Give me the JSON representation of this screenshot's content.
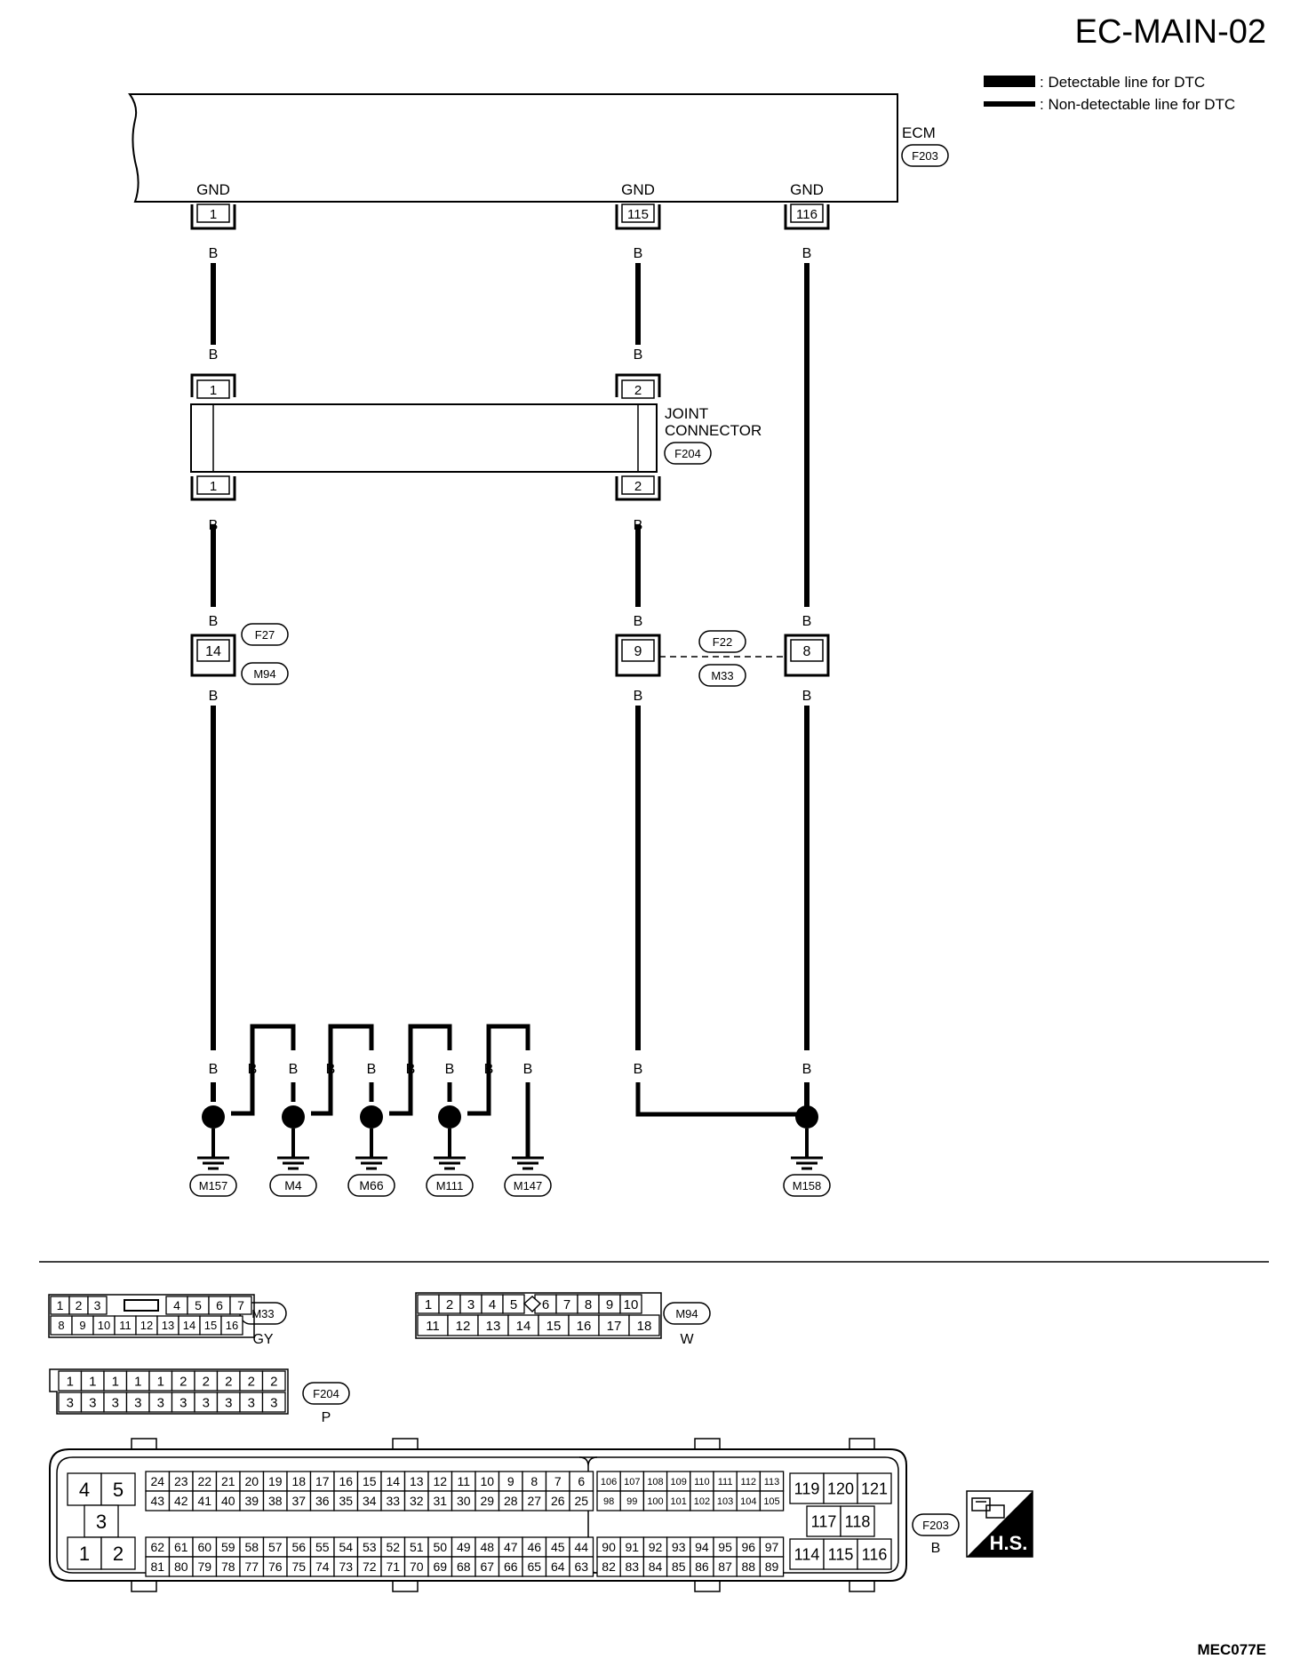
{
  "page_title": "EC-MAIN-02",
  "legend": {
    "detectable": ": Detectable line for DTC",
    "non_detectable": ": Non-detectable line for DTC"
  },
  "ecm": {
    "label": "ECM",
    "connector": "F203",
    "pins": [
      {
        "label": "GND",
        "pin": "1"
      },
      {
        "label": "GND",
        "pin": "115"
      },
      {
        "label": "GND",
        "pin": "116"
      }
    ]
  },
  "joint_connector": {
    "label_line1": "JOINT",
    "label_line2": "CONNECTOR",
    "connector": "F204",
    "pins": [
      "1",
      "2",
      "1",
      "2"
    ]
  },
  "wire_color": "B",
  "inline_connectors": {
    "left": {
      "pin": "14",
      "top": "F27",
      "bottom": "M94"
    },
    "right": {
      "pins": [
        "9",
        "8"
      ],
      "top": "F22",
      "bottom": "M33"
    }
  },
  "grounds": [
    "M157",
    "M4",
    "M66",
    "M111",
    "M147",
    "M158"
  ],
  "connector_views": {
    "m33": {
      "id": "M33",
      "color": "GY",
      "row1": [
        "1",
        "2",
        "3",
        "4",
        "5",
        "6",
        "7"
      ],
      "row2": [
        "8",
        "9",
        "10",
        "11",
        "12",
        "13",
        "14",
        "15",
        "16"
      ]
    },
    "m94": {
      "id": "M94",
      "color": "W",
      "row1": [
        "1",
        "2",
        "3",
        "4",
        "5",
        "6",
        "7",
        "8",
        "9",
        "10"
      ],
      "row2": [
        "11",
        "12",
        "13",
        "14",
        "15",
        "16",
        "17",
        "18"
      ]
    },
    "f204": {
      "id": "F204",
      "color": "P",
      "row1": [
        "1",
        "1",
        "1",
        "1",
        "1",
        "2",
        "2",
        "2",
        "2",
        "2"
      ],
      "row2": [
        "3",
        "3",
        "3",
        "3",
        "3",
        "3",
        "3",
        "3",
        "3",
        "3"
      ]
    },
    "f203": {
      "id": "F203",
      "color": "B",
      "block_a": [
        "4",
        "5",
        "3",
        "1",
        "2"
      ],
      "block_b_row1": [
        "24",
        "23",
        "22",
        "21",
        "20",
        "19",
        "18",
        "17",
        "16",
        "15",
        "14",
        "13",
        "12",
        "11",
        "10",
        "9",
        "8",
        "7",
        "6"
      ],
      "block_b_row2": [
        "43",
        "42",
        "41",
        "40",
        "39",
        "38",
        "37",
        "36",
        "35",
        "34",
        "33",
        "32",
        "31",
        "30",
        "29",
        "28",
        "27",
        "26",
        "25"
      ],
      "block_b_row3": [
        "62",
        "61",
        "60",
        "59",
        "58",
        "57",
        "56",
        "55",
        "54",
        "53",
        "52",
        "51",
        "50",
        "49",
        "48",
        "47",
        "46",
        "45",
        "44"
      ],
      "block_b_row4": [
        "81",
        "80",
        "79",
        "78",
        "77",
        "76",
        "75",
        "74",
        "73",
        "72",
        "71",
        "70",
        "69",
        "68",
        "67",
        "66",
        "65",
        "64",
        "63"
      ],
      "block_c_row1": [
        "106",
        "107",
        "108",
        "109",
        "110",
        "111",
        "112",
        "113"
      ],
      "block_c_row2": [
        "98",
        "99",
        "100",
        "101",
        "102",
        "103",
        "104",
        "105"
      ],
      "block_c_row3": [
        "90",
        "91",
        "92",
        "93",
        "94",
        "95",
        "96",
        "97"
      ],
      "block_c_row4": [
        "82",
        "83",
        "84",
        "85",
        "86",
        "87",
        "88",
        "89"
      ],
      "block_d": [
        "119",
        "120",
        "121",
        "117",
        "118",
        "114",
        "115",
        "116"
      ]
    }
  },
  "hs_badge": "H.S.",
  "figure_id": "MEC077E"
}
